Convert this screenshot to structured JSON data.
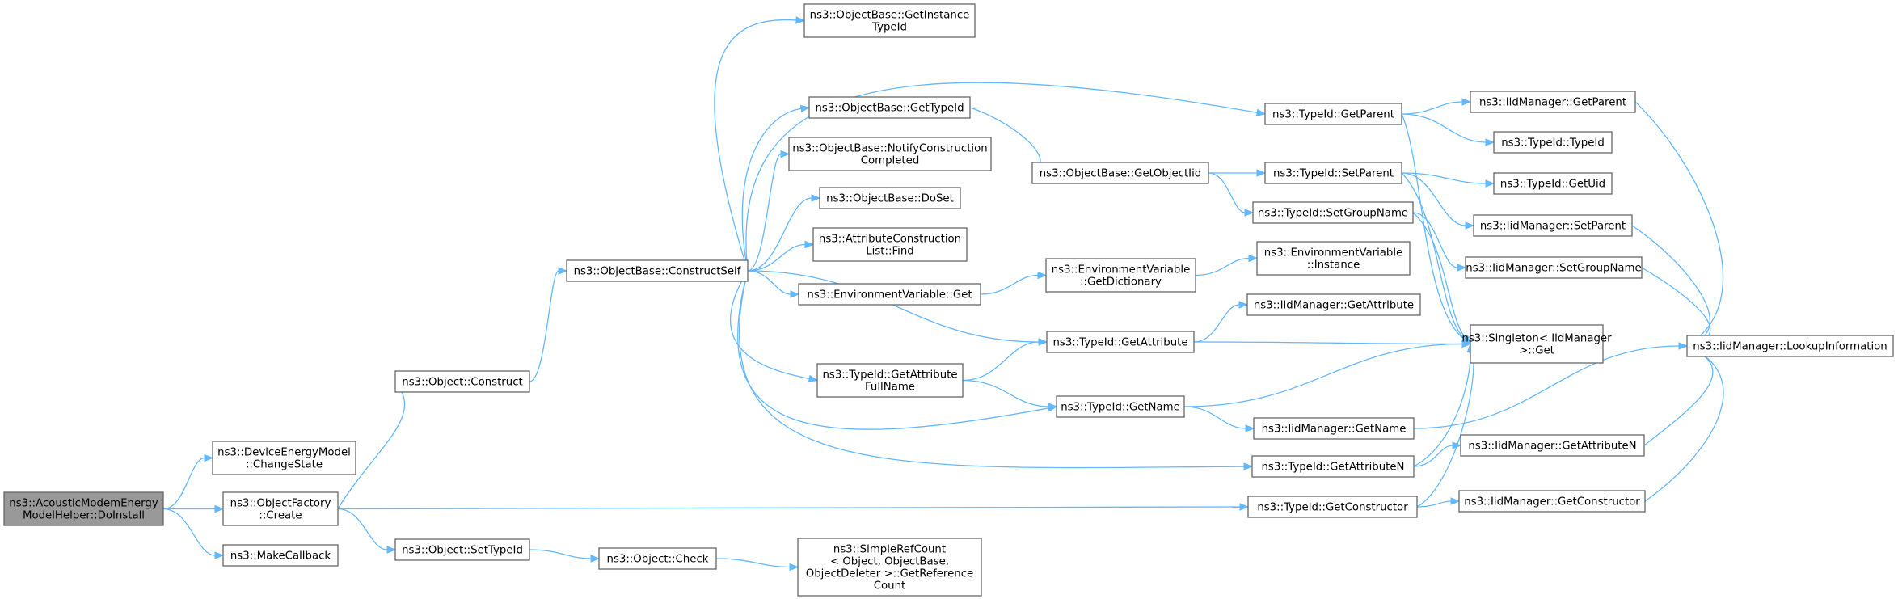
{
  "colors": {
    "edge": "#63b8ff",
    "node_border": "#666666",
    "root_fill": "#999999",
    "node_fill": "#ffffff",
    "text": "#000000"
  },
  "nodes": [
    {
      "id": "root",
      "label": [
        "ns3::AcousticModemEnergy",
        "ModelHelper::DoInstall"
      ],
      "root": true
    },
    {
      "id": "changestate",
      "label": [
        "ns3::DeviceEnergyModel",
        "::ChangeState"
      ]
    },
    {
      "id": "ofcreate",
      "label": [
        "ns3::ObjectFactory",
        "::Create"
      ]
    },
    {
      "id": "makecallback",
      "label": [
        "ns3::MakeCallback"
      ]
    },
    {
      "id": "objconstruct",
      "label": [
        "ns3::Object::Construct"
      ]
    },
    {
      "id": "settypeid",
      "label": [
        "ns3::Object::SetTypeId"
      ]
    },
    {
      "id": "constructself",
      "label": [
        "ns3::ObjectBase::ConstructSelf"
      ]
    },
    {
      "id": "objcheck",
      "label": [
        "ns3::Object::Check"
      ]
    },
    {
      "id": "getrefcount",
      "label": [
        "ns3::SimpleRefCount",
        "< Object, ObjectBase,",
        "ObjectDeleter >::GetReference",
        "Count"
      ]
    },
    {
      "id": "getinstancetypeid",
      "label": [
        "ns3::ObjectBase::GetInstance",
        "TypeId"
      ]
    },
    {
      "id": "obgettypeid",
      "label": [
        "ns3::ObjectBase::GetTypeId"
      ]
    },
    {
      "id": "notifycc",
      "label": [
        "ns3::ObjectBase::NotifyConstruction",
        "Completed"
      ]
    },
    {
      "id": "doset",
      "label": [
        "ns3::ObjectBase::DoSet"
      ]
    },
    {
      "id": "aclfind",
      "label": [
        "ns3::AttributeConstruction",
        "List::Find"
      ]
    },
    {
      "id": "envget",
      "label": [
        "ns3::EnvironmentVariable::Get"
      ]
    },
    {
      "id": "getattrfullname",
      "label": [
        "ns3::TypeId::GetAttribute",
        "FullName"
      ]
    },
    {
      "id": "getobjectiid",
      "label": [
        "ns3::ObjectBase::GetObjectIid"
      ]
    },
    {
      "id": "envgetdict",
      "label": [
        "ns3::EnvironmentVariable",
        "::GetDictionary"
      ]
    },
    {
      "id": "tgetattribute",
      "label": [
        "ns3::TypeId::GetAttribute"
      ]
    },
    {
      "id": "tgetname",
      "label": [
        "ns3::TypeId::GetName"
      ]
    },
    {
      "id": "tgetparent",
      "label": [
        "ns3::TypeId::GetParent"
      ]
    },
    {
      "id": "tsetparent",
      "label": [
        "ns3::TypeId::SetParent"
      ]
    },
    {
      "id": "tsetgroupname",
      "label": [
        "ns3::TypeId::SetGroupName"
      ]
    },
    {
      "id": "envinstance",
      "label": [
        "ns3::EnvironmentVariable",
        "::Instance"
      ]
    },
    {
      "id": "iidgetattribute",
      "label": [
        "ns3::IidManager::GetAttribute"
      ]
    },
    {
      "id": "iidgetname",
      "label": [
        "ns3::IidManager::GetName"
      ]
    },
    {
      "id": "tgetattributen",
      "label": [
        "ns3::TypeId::GetAttributeN"
      ]
    },
    {
      "id": "tgetconstructor",
      "label": [
        "ns3::TypeId::GetConstructor"
      ]
    },
    {
      "id": "iidgetparent",
      "label": [
        "ns3::IidManager::GetParent"
      ]
    },
    {
      "id": "ttypeid",
      "label": [
        "ns3::TypeId::TypeId"
      ]
    },
    {
      "id": "tgetuid",
      "label": [
        "ns3::TypeId::GetUid"
      ]
    },
    {
      "id": "iidsetparent",
      "label": [
        "ns3::IidManager::SetParent"
      ]
    },
    {
      "id": "iidsetgroupname",
      "label": [
        "ns3::IidManager::SetGroupName"
      ]
    },
    {
      "id": "singletonget",
      "label": [
        "ns3::Singleton< IidManager",
        " >::Get"
      ]
    },
    {
      "id": "iidgetattributen",
      "label": [
        "ns3::IidManager::GetAttributeN"
      ]
    },
    {
      "id": "iidgetconstructor",
      "label": [
        "ns3::IidManager::GetConstructor"
      ]
    },
    {
      "id": "iidlookupinfo",
      "label": [
        "ns3::IidManager::LookupInformation"
      ]
    }
  ],
  "edges": [
    [
      "root",
      "changestate"
    ],
    [
      "root",
      "ofcreate"
    ],
    [
      "root",
      "makecallback"
    ],
    [
      "ofcreate",
      "objconstruct"
    ],
    [
      "ofcreate",
      "settypeid"
    ],
    [
      "ofcreate",
      "tgetconstructor"
    ],
    [
      "objconstruct",
      "constructself"
    ],
    [
      "settypeid",
      "objcheck"
    ],
    [
      "objcheck",
      "getrefcount"
    ],
    [
      "constructself",
      "getinstancetypeid"
    ],
    [
      "constructself",
      "obgettypeid"
    ],
    [
      "constructself",
      "notifycc"
    ],
    [
      "constructself",
      "doset"
    ],
    [
      "constructself",
      "aclfind"
    ],
    [
      "constructself",
      "envget"
    ],
    [
      "constructself",
      "getattrfullname"
    ],
    [
      "constructself",
      "tgetparent"
    ],
    [
      "constructself",
      "tgetattribute"
    ],
    [
      "constructself",
      "tgetname"
    ],
    [
      "constructself",
      "tgetattributen"
    ],
    [
      "obgettypeid",
      "getobjectiid"
    ],
    [
      "getobjectiid",
      "tsetparent"
    ],
    [
      "getobjectiid",
      "tsetgroupname"
    ],
    [
      "envget",
      "envgetdict"
    ],
    [
      "envgetdict",
      "envinstance"
    ],
    [
      "getattrfullname",
      "tgetattribute"
    ],
    [
      "getattrfullname",
      "tgetname"
    ],
    [
      "tgetattribute",
      "iidgetattribute"
    ],
    [
      "tgetattribute",
      "singletonget"
    ],
    [
      "tgetname",
      "singletonget"
    ],
    [
      "tgetname",
      "iidgetname"
    ],
    [
      "tgetparent",
      "iidgetparent"
    ],
    [
      "tgetparent",
      "ttypeid"
    ],
    [
      "tgetparent",
      "singletonget"
    ],
    [
      "tsetparent",
      "tgetuid"
    ],
    [
      "tsetparent",
      "iidsetparent"
    ],
    [
      "tsetparent",
      "singletonget"
    ],
    [
      "tsetgroupname",
      "iidsetgroupname"
    ],
    [
      "tsetgroupname",
      "singletonget"
    ],
    [
      "tgetattributen",
      "singletonget"
    ],
    [
      "tgetattributen",
      "iidgetattributen"
    ],
    [
      "tgetconstructor",
      "singletonget"
    ],
    [
      "tgetconstructor",
      "iidgetconstructor"
    ],
    [
      "iidgetparent",
      "iidlookupinfo"
    ],
    [
      "iidsetparent",
      "iidlookupinfo"
    ],
    [
      "iidsetgroupname",
      "iidlookupinfo"
    ],
    [
      "iidgetname",
      "iidlookupinfo"
    ],
    [
      "iidgetattributen",
      "iidlookupinfo"
    ],
    [
      "iidgetconstructor",
      "iidlookupinfo"
    ]
  ]
}
